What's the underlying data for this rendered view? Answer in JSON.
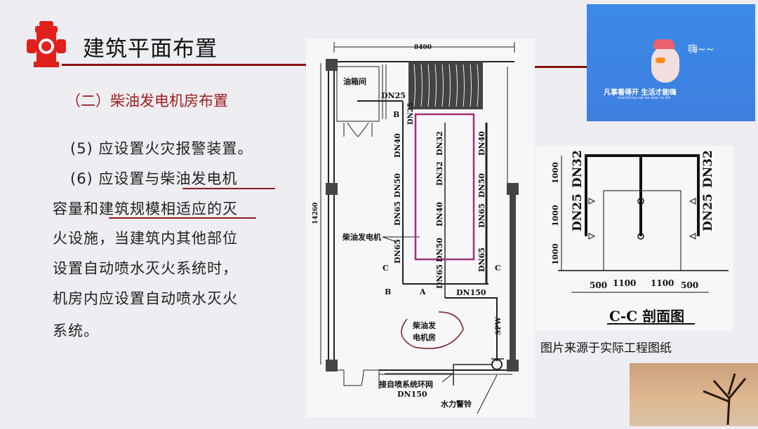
{
  "header": {
    "title": "建筑平面布置",
    "icon": "fire-hydrant-icon",
    "accent": "#e0201c"
  },
  "subtitle": "（二）柴油发电机房布置",
  "body": {
    "lines": [
      "(5) 应设置火灾报警装置。",
      "(6) 应设置与柴油发电机",
      "容量和建筑规模相适应的灭",
      "火设施，当建筑内其他部位",
      "设置自动喷水灭火系统时，",
      "机房内应设置自动喷水灭火",
      "系统。"
    ],
    "underline_color": "#8a1a1a"
  },
  "plan": {
    "dim_width": "8400",
    "dim_height": "14260",
    "oil_room": "油箱间",
    "dn25": "DN25",
    "dn25b": "DN25",
    "b": "B",
    "a": "A",
    "c": "C",
    "left_labels": [
      "DN40",
      "DN50",
      "DN65",
      "DN65"
    ],
    "center_labels": [
      "DN32",
      "DN32",
      "DN40",
      "DN50",
      "DN65"
    ],
    "right_labels": [
      "DN40",
      "DN50",
      "DN65",
      "DN65"
    ],
    "generator": "柴油发电机",
    "room_line1": "柴油发",
    "room_line2": "电机房",
    "dn150": "DN150",
    "spw": "SPW",
    "connect": "接自喷系统环网",
    "connect_dn": "DN150",
    "alarm": "水力警铃"
  },
  "section": {
    "dn32": "DN32",
    "dn25": "DN25",
    "heights": [
      "1000",
      "1000",
      "1000"
    ],
    "widths": [
      "500",
      "1100",
      "1100",
      "500"
    ],
    "title": "C-C 剖面图"
  },
  "caption": "图片来源于实际工程图纸",
  "video": {
    "greeting": "嗨~~",
    "slogan": "凡事看得开 生活才能嗨",
    "slogan_en": "everything can be open to life"
  }
}
